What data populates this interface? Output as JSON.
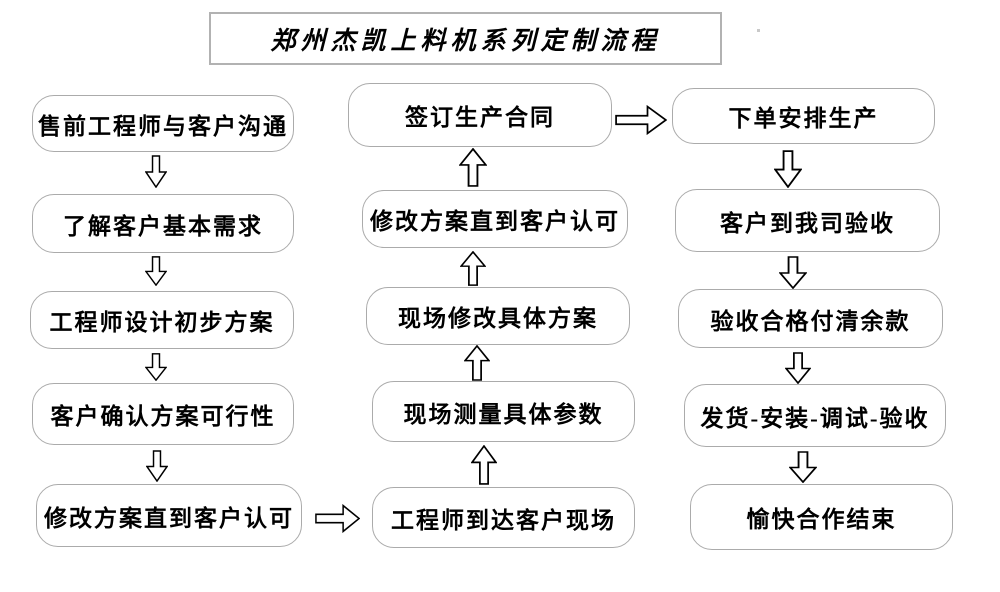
{
  "title": "郑州杰凯上料机系列定制流程",
  "boxes": {
    "left1": "售前工程师与客户沟通",
    "left2": "了解客户基本需求",
    "left3": "工程师设计初步方案",
    "left4": "客户确认方案可行性",
    "left5": "修改方案直到客户认可",
    "middle_top": "签订生产合同",
    "middle2": "修改方案直到客户认可",
    "middle3": "现场修改具体方案",
    "middle4": "现场测量具体参数",
    "middle_bottom": "工程师到达客户现场",
    "right1": "下单安排生产",
    "right2": "客户到我司验收",
    "right3": "验收合格付清余款",
    "right4": "发货-安装-调试-验收",
    "right5": "愉快合作结束"
  },
  "colors": {
    "background": "#ffffff",
    "box_border": "#ababab",
    "title_border": "#b2b2b2",
    "text": "#000000",
    "arrow_outline": "#000000",
    "arrow_fill": "#ffffff"
  }
}
